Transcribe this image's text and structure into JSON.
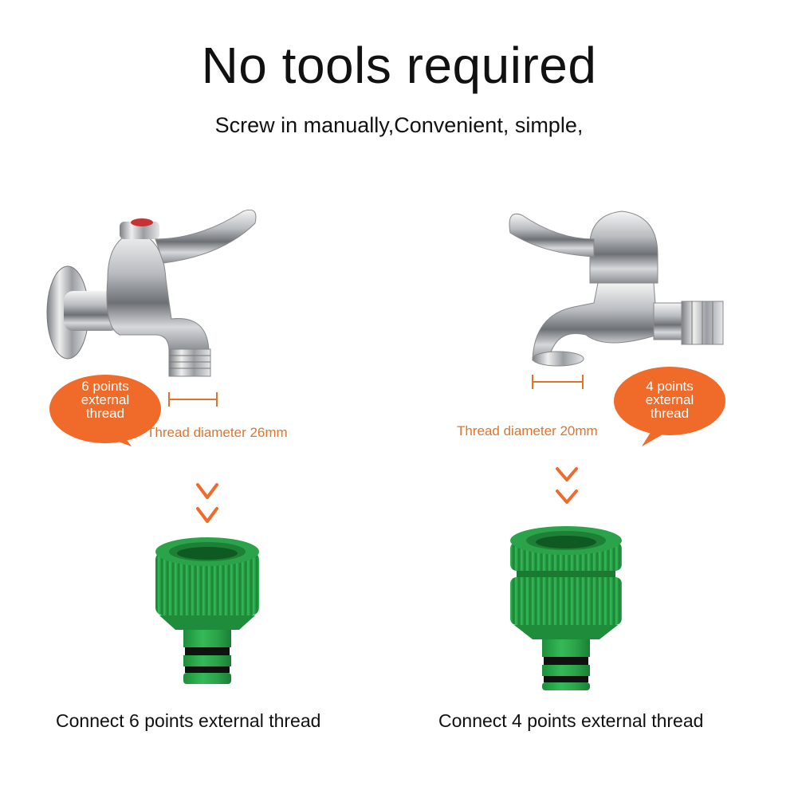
{
  "header": {
    "title": "No tools required",
    "subtitle": "Screw in manually,Convenient, simple,"
  },
  "left": {
    "bubble_lines": [
      "6 points",
      "external",
      "thread"
    ],
    "thread_label": "Thread diameter 26mm",
    "caption": "Connect 6 points external thread"
  },
  "right": {
    "bubble_lines": [
      "4 points",
      "external",
      "thread"
    ],
    "thread_label": "Thread diameter 20mm",
    "caption": "Connect 4 points external thread"
  },
  "colors": {
    "accent_orange": "#f06a2a",
    "thread_label_orange": "#e0742c",
    "connector_green": "#27a447",
    "text": "#111111"
  },
  "icons": [
    "faucet-left-image",
    "faucet-right-image",
    "down-arrows-icon",
    "hose-connector-image"
  ]
}
